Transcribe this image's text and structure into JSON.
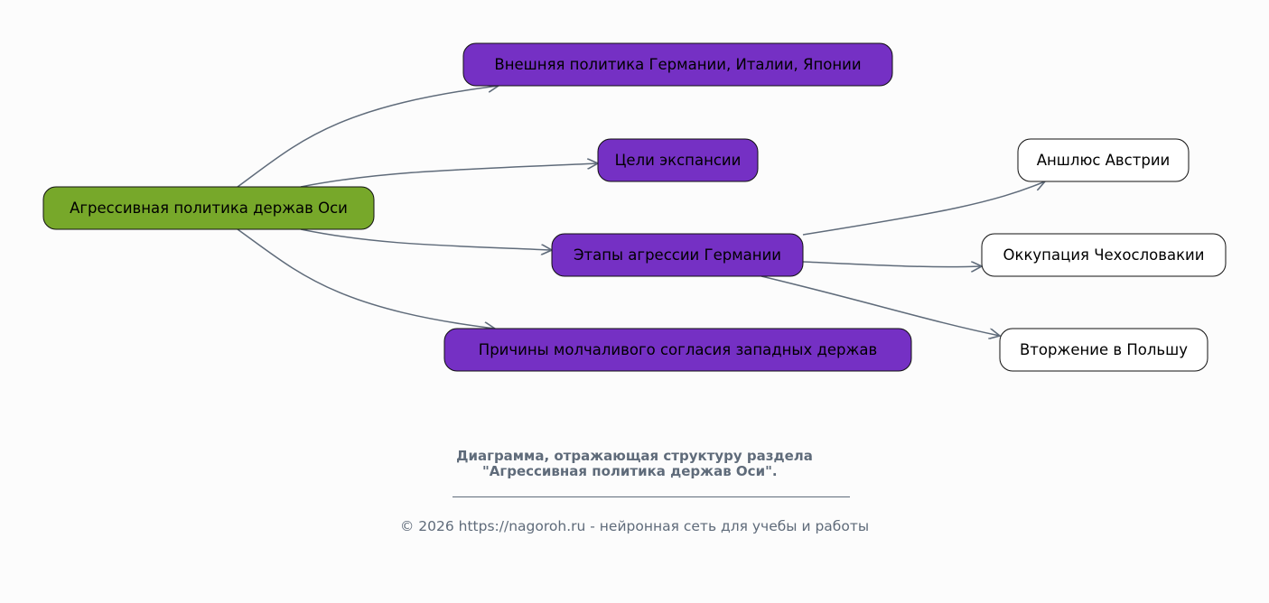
{
  "colors": {
    "root": "#77a82a",
    "section": "#7530c4",
    "leaf": "#ffffff",
    "edge": "#5f6b7a"
  },
  "root": {
    "label": "Агрессивная политика держав Оси"
  },
  "sections": [
    {
      "label": "Внешняя политика Германии, Италии, Японии"
    },
    {
      "label": "Цели экспансии"
    },
    {
      "label": "Этапы агрессии Германии"
    },
    {
      "label": "Причины молчаливого согласия западных держав"
    }
  ],
  "stages": [
    {
      "label": "Аншлюс Австрии"
    },
    {
      "label": "Оккупация Чехословакии"
    },
    {
      "label": "Вторжение в Польшу"
    }
  ],
  "caption": {
    "line1": "Диаграмма, отражающая структуру раздела",
    "line2": "  \"Агрессивная политика держав Оси\".    ",
    "copyright": "© 2026 https://nagoroh.ru - нейронная сеть для учебы и работы"
  }
}
